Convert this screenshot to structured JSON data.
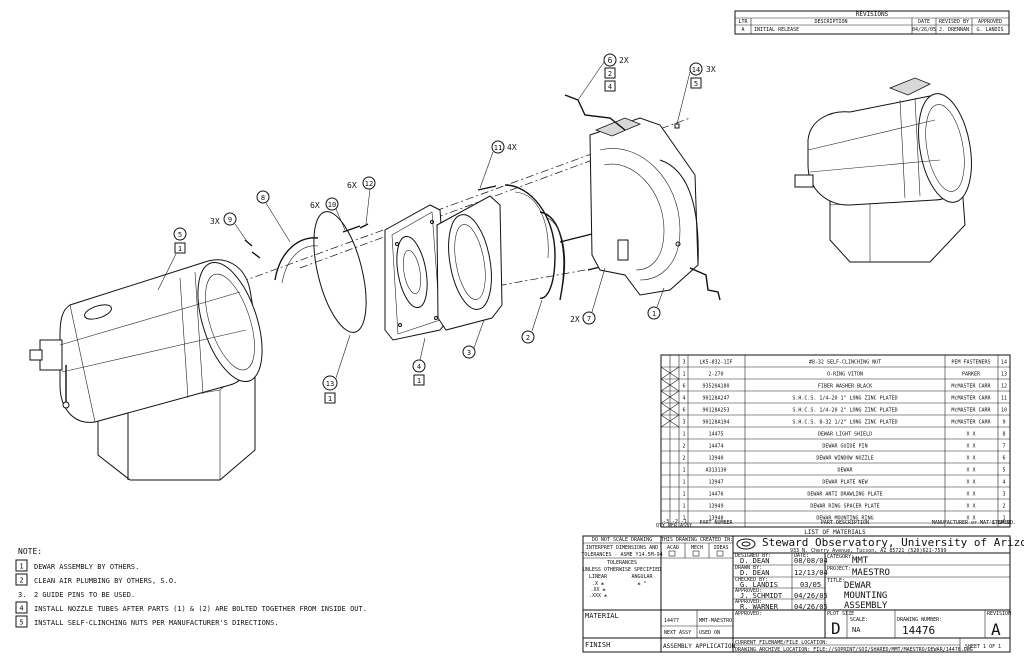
{
  "revisions": {
    "title": "REVISIONS",
    "headers": [
      "LTR",
      "DESCRIPTION",
      "DATE",
      "REVISED BY",
      "APPROVED"
    ],
    "row": [
      "A",
      "INITIAL RELEASE",
      "04/26/05",
      "J. DRENNAN",
      "G. LANDIS"
    ]
  },
  "callouts": [
    {
      "num": "6",
      "qty": "2X",
      "subs": [
        "2",
        "4"
      ]
    },
    {
      "num": "14",
      "qty": "3X",
      "subs": [
        "5"
      ]
    },
    {
      "num": "11",
      "qty": "4X",
      "subs": []
    },
    {
      "num": "12",
      "qty": "6X",
      "subs": []
    },
    {
      "num": "10",
      "qty": "6X",
      "subs": []
    },
    {
      "num": "8",
      "qty": "",
      "subs": []
    },
    {
      "num": "9",
      "qty": "3X",
      "subs": []
    },
    {
      "num": "5",
      "qty": "",
      "subs": [
        "1"
      ]
    },
    {
      "num": "13",
      "qty": "",
      "subs": [
        "1"
      ]
    },
    {
      "num": "4",
      "qty": "",
      "subs": [
        "1"
      ]
    },
    {
      "num": "3",
      "qty": "",
      "subs": []
    },
    {
      "num": "2",
      "qty": "",
      "subs": []
    },
    {
      "num": "7",
      "qty": "2X",
      "subs": []
    },
    {
      "num": "1",
      "qty": "",
      "subs": []
    }
  ],
  "bom": {
    "rows": [
      {
        "qty": "3",
        "part": "LK5-832-1IF",
        "desc": "#8-32 SELF-CLINCHING NUT",
        "mfr": "PEM FASTENERS",
        "item": "14"
      },
      {
        "qty": "1",
        "part": "2-270",
        "desc": "O-RING VITON",
        "mfr": "PARKER",
        "item": "13"
      },
      {
        "qty": "6",
        "part": "93520A180",
        "desc": "FIBER WASHER BLACK",
        "mfr": "McMASTER CARR",
        "item": "12"
      },
      {
        "qty": "4",
        "part": "90128A247",
        "desc": "S.H.C.S. 1/4-20 1\" LONG ZINC PLATED",
        "mfr": "McMASTER CARR",
        "item": "11"
      },
      {
        "qty": "6",
        "part": "90128A253",
        "desc": "S.H.C.S. 1/4-20 2\" LONG ZINC PLATED",
        "mfr": "McMASTER CARR",
        "item": "10"
      },
      {
        "qty": "3",
        "part": "90128A194",
        "desc": "S.H.C.S. 8-32 1/2\" LONG ZINC PLATED",
        "mfr": "McMASTER CARR",
        "item": "9"
      },
      {
        "qty": "1",
        "part": "14475",
        "desc": "DEWAR LIGHT SHIELD",
        "mfr": "X X",
        "item": "8"
      },
      {
        "qty": "2",
        "part": "14474",
        "desc": "DEWAR GUIDE PIN",
        "mfr": "X X",
        "item": "7"
      },
      {
        "qty": "2",
        "part": "13940",
        "desc": "DEWAR WINDOW NOZZLE",
        "mfr": "X X",
        "item": "6"
      },
      {
        "qty": "1",
        "part": "A313130",
        "desc": "DEWAR",
        "mfr": "X X",
        "item": "5"
      },
      {
        "qty": "1",
        "part": "13947",
        "desc": "DEWAR PLATE NEW",
        "mfr": "X X",
        "item": "4"
      },
      {
        "qty": "1",
        "part": "14476",
        "desc": "DEWAR ANTI DRAWLING PLATE",
        "mfr": "X X",
        "item": "3"
      },
      {
        "qty": "1",
        "part": "13949",
        "desc": "DEWAR RING SPACER PLATE",
        "mfr": "X X",
        "item": "2"
      },
      {
        "qty": "1",
        "part": "13948",
        "desc": "DEWAR MOUNTING RING",
        "mfr": "X X",
        "item": "1"
      }
    ],
    "footer": {
      "qty": "QTY PER ASSY",
      "part": "PART NUMBER",
      "desc": "PART DESCRIPTION",
      "mfr": "MANUFACTURER or MAT'L SPEC",
      "item": "ITEM NO."
    },
    "footer_cols": [
      "-3",
      "-2",
      "-1"
    ],
    "title": "LIST OF MATERIALS"
  },
  "notes": {
    "title": "NOTE:",
    "items": [
      {
        "marker": "1",
        "boxed": true,
        "text": "DEWAR ASSEMBLY BY OTHERS."
      },
      {
        "marker": "2",
        "boxed": true,
        "text": "CLEAN AIR PLUMBING BY OTHERS, S.O."
      },
      {
        "marker": "3.",
        "boxed": false,
        "text": "2 GUIDE PINS TO BE USED."
      },
      {
        "marker": "4",
        "boxed": true,
        "text": "INSTALL NOZZLE TUBES AFTER PARTS (1) & (2) ARE BOLTED TOGETHER FROM INSIDE OUT."
      },
      {
        "marker": "5",
        "boxed": true,
        "text": "INSTALL SELF-CLINCHING NUTS PER MANUFACTURER'S DIRECTIONS."
      }
    ]
  },
  "title_block": {
    "do_not_scale": "DO NOT SCALE DRAWING",
    "interpret": "INTERPRET DIMENSIONS AND TOLERANCES IN ACCORDANCE WITH ASME Y14.5M-94",
    "tolerances": "TOLERANCES",
    "unless": "UNLESS OTHERWISE SPECIFIED",
    "linear": "LINEAR",
    "angular": "ANGULAR",
    "cad_created": "THIS DRAWING CREATED IN:",
    "cad_options": [
      "ACAD",
      "MECH",
      "IDEAS"
    ],
    "company": "Steward Observatory, University of Arizona",
    "address": "933 N. Cherry Avenue, Tucson, AZ  85721   (520)621-7599",
    "designed_by_label": "DESIGNED BY:",
    "designed_by": "D. DEAN",
    "designed_date": "08/08/04",
    "drawn_by_label": "DRAWN BY:",
    "drawn_by": "D. DEAN",
    "drawn_date": "12/13/04",
    "checked_by_label": "CHECKED BY:",
    "checked_by": "G. LANDIS",
    "checked_date": "03/05",
    "approved1_label": "APPROVED:",
    "approved1": "J. SCHMIDT",
    "approved1_date": "04/26/05",
    "approved2_label": "APPROVED:",
    "approved2": "R. WARNER",
    "approved2_date": "04/26/05",
    "approved3_label": "APPROVED:",
    "date_label": "DATE:",
    "category_label": "CATEGORY:",
    "category": "MMT",
    "project_label": "PROJECT:",
    "project": "MAESTRO",
    "title_label": "TITLE:",
    "title_lines": [
      "DEWAR",
      "MOUNTING",
      "ASSEMBLY"
    ],
    "size_label": "PLOT SIZE",
    "size": "D",
    "scale_label": "SCALE:",
    "scale": "NA",
    "drawing_number_label": "DRAWING NUMBER:",
    "drawing_number": "14476",
    "revision_label": "REVISION",
    "revision": "A",
    "sheet": "SHEET 1 OF 1",
    "material_label": "MATERIAL",
    "finish_label": "FINISH",
    "next_assy_value": "14477",
    "next_assy_name": "MMT-MAESTRO",
    "next_assy_label": "NEXT ASSY",
    "used_on_label": "USED ON",
    "assembly_application": "ASSEMBLY APPLICATION",
    "current_file": "CURRENT FILENAME/FILE LOCATION:",
    "drawing_location": "DRAWING ARCHIVE LOCATION: FILE://SOPRINT/SOI/SHARED/MMT/MAESTRO/DEWAR/14476.DWG"
  }
}
